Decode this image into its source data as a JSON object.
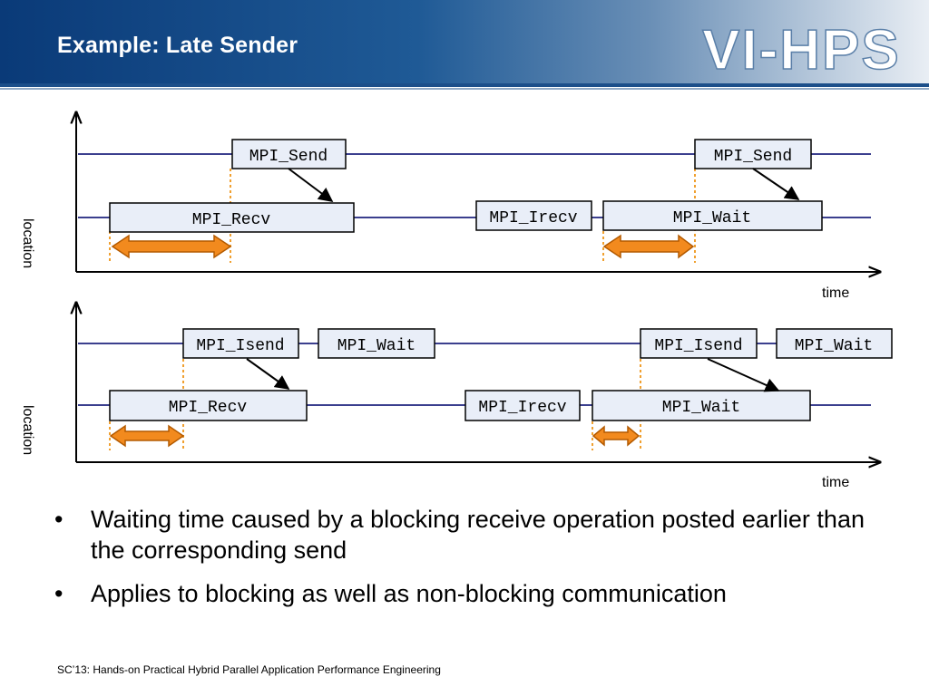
{
  "header": {
    "title": "Example: Late Sender",
    "logo_text": "VI-HPS"
  },
  "colors": {
    "header_dark": "#0a3a78",
    "timeline": "#3b3f8e",
    "box_fill": "#e9eef8",
    "wait_guide": "#f0a030",
    "arrow_fill": "#f28a1e",
    "arrow_stroke": "#b35a00"
  },
  "diagram1": {
    "send_1": "MPI_Send",
    "recv": "MPI_Recv",
    "irecv": "MPI_Irecv",
    "send_2": "MPI_Send",
    "wait": "MPI_Wait",
    "y_label": "location",
    "x_label": "time"
  },
  "diagram2": {
    "isend_1": "MPI_Isend",
    "wait_1": "MPI_Wait",
    "isend_2": "MPI_Isend",
    "wait_2": "MPI_Wait",
    "recv": "MPI_Recv",
    "irecv": "MPI_Irecv",
    "wait_recv": "MPI_Wait",
    "y_label": "location",
    "x_label": "time"
  },
  "bullets": [
    "Waiting time caused by a blocking receive operation posted earlier than the corresponding send",
    "Applies to blocking as well as non-blocking communication"
  ],
  "bullet_symbol": "•",
  "footer": "SC’13: Hands-on Practical Hybrid Parallel Application Performance Engineering"
}
